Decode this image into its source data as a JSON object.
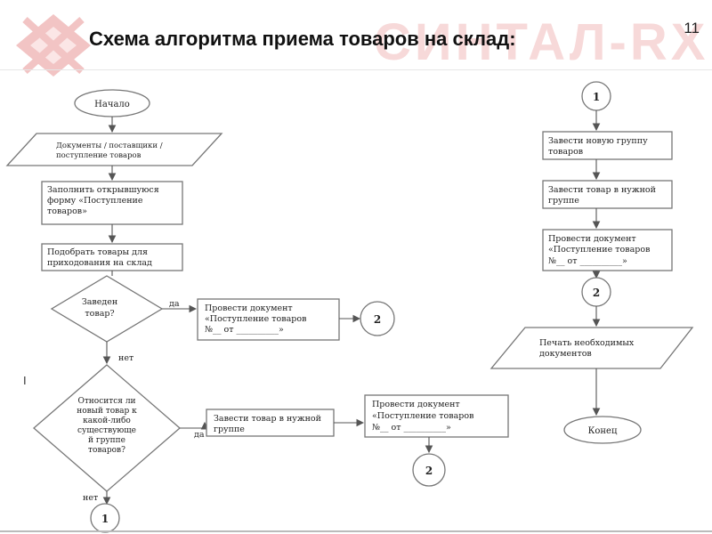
{
  "slide": {
    "title": "Схема алгоритма приема товаров на склад:",
    "page_number": "11",
    "logo_text": "СИНТАЛ-RX",
    "stray_mark": "I"
  },
  "flowchart": {
    "start": "Начало",
    "docs_menu": [
      "Документы / поставщики /",
      "поступление товаров"
    ],
    "fill_form": [
      "Заполнить открывшуюся",
      "форму «Поступление",
      "товаров»"
    ],
    "pick_goods": [
      "Подобрать товары для",
      "приходования на склад"
    ],
    "decision_entered": [
      "Заведен",
      "товар?"
    ],
    "yes_label_1": "да",
    "no_label_1": "нет",
    "post_doc_1": [
      "Провести документ",
      "«Поступление товаров",
      "№__ от __________»"
    ],
    "connector_2a": "2",
    "decision_group": [
      "Относится ли",
      "новый товар к",
      "какой-либо",
      "существующе",
      "й группе",
      "товаров?"
    ],
    "yes_label_2": "да",
    "no_label_2": "нет",
    "add_to_group": [
      "Завести товар в нужной",
      "группе"
    ],
    "post_doc_2": [
      "Провести документ",
      "«Поступление товаров",
      "№__ от __________»"
    ],
    "connector_2b": "2",
    "connector_1a": "1",
    "connector_1b": "1",
    "new_group": [
      "Завести новую группу",
      "товаров"
    ],
    "add_to_group_right": [
      "Завести товар в нужной",
      "группе"
    ],
    "post_doc_3": [
      "Провести документ",
      "«Поступление товаров",
      "№__ от __________»"
    ],
    "connector_2c": "2",
    "print_docs": [
      "Печать необходимых",
      "документов"
    ],
    "end": "Конец"
  },
  "colors": {
    "logo": "#f7d9d9",
    "logo_mark": "#f2c4c4",
    "stroke": "#777777"
  }
}
